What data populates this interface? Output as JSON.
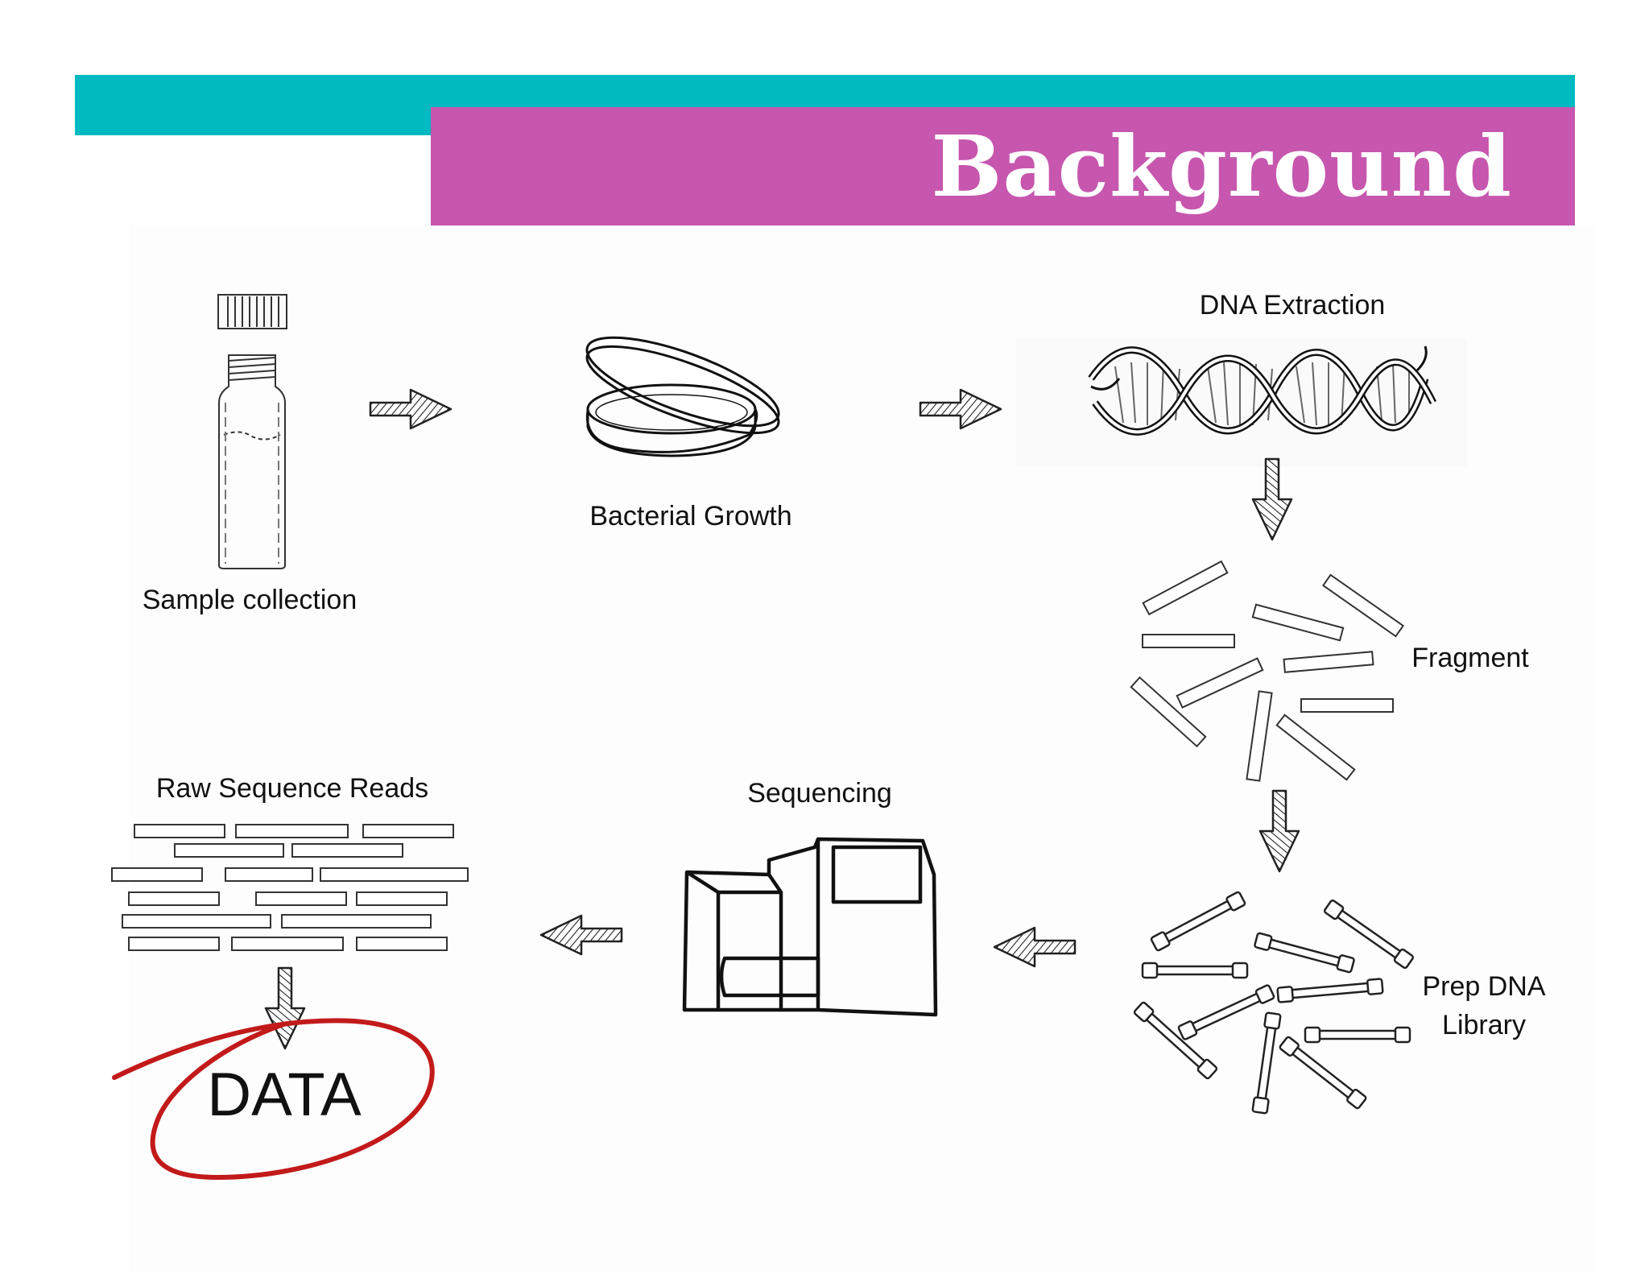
{
  "slide": {
    "title": "Background",
    "colors": {
      "header_teal": "#00b9c1",
      "header_magenta": "#c656ae",
      "circle_red": "#c21a1a"
    }
  },
  "steps": {
    "sample_collection": "Sample collection",
    "bacterial_growth": "Bacterial Growth",
    "dna_extraction": "DNA Extraction",
    "fragment": "Fragment",
    "prep_dna_line1": "Prep DNA",
    "prep_dna_line2": "Library",
    "sequencing": "Sequencing",
    "raw_sequence_reads": "Raw Sequence Reads",
    "data": "DATA"
  },
  "icons": [
    "vial-icon",
    "petri-dish-icon",
    "dna-helix-icon",
    "dna-fragments-icon",
    "dna-library-icon",
    "sequencer-icon",
    "sequence-reads-icon"
  ]
}
